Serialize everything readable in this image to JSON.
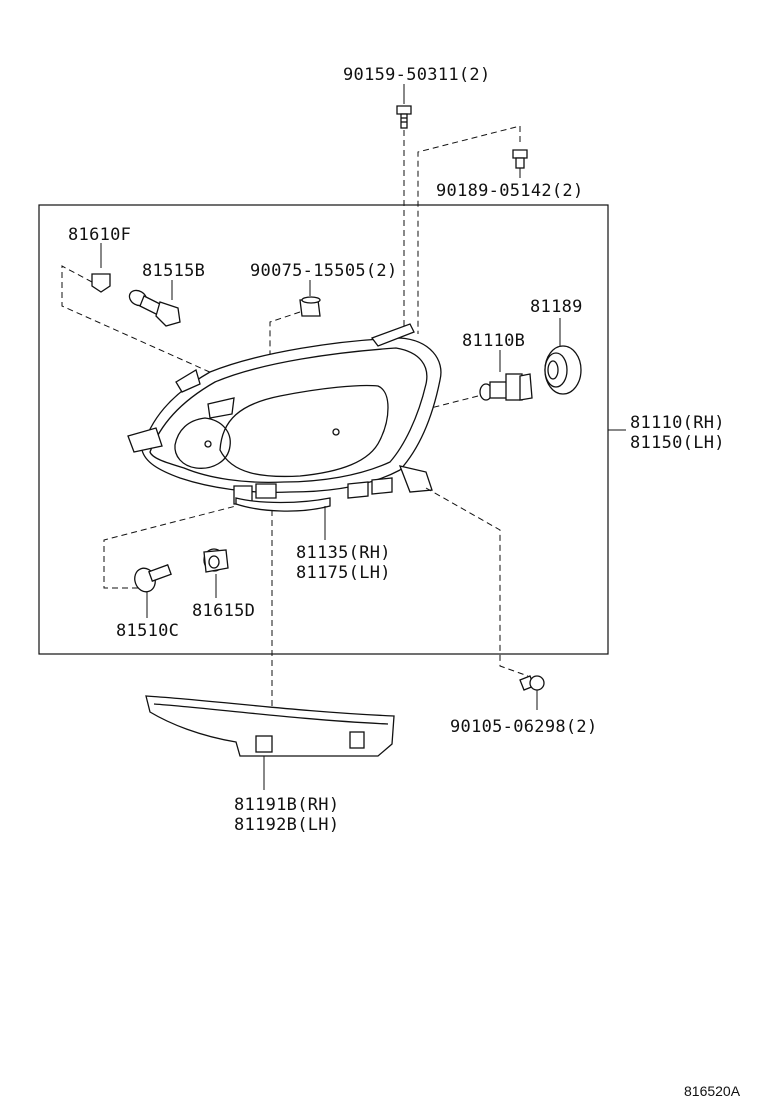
{
  "labels": {
    "bolt_top": "90159-50311(2)",
    "bolt_right": "90189-05142(2)",
    "bulb_side": "81610F",
    "bulb_fog": "81515B",
    "grommet": "90075-15505(2)",
    "socket_cover": "81189",
    "bulb_main": "81110B",
    "unit_rh": "81110(RH)",
    "unit_lh": "81150(LH)",
    "housing_rh": "81135(RH)",
    "housing_lh": "81175(LH)",
    "socket": "81615D",
    "bulb_turn": "81510C",
    "screw": "90105-06298(2)",
    "bracket_rh": "81191B(RH)",
    "bracket_lh": "81192B(LH)",
    "figure_id": "816520A"
  }
}
